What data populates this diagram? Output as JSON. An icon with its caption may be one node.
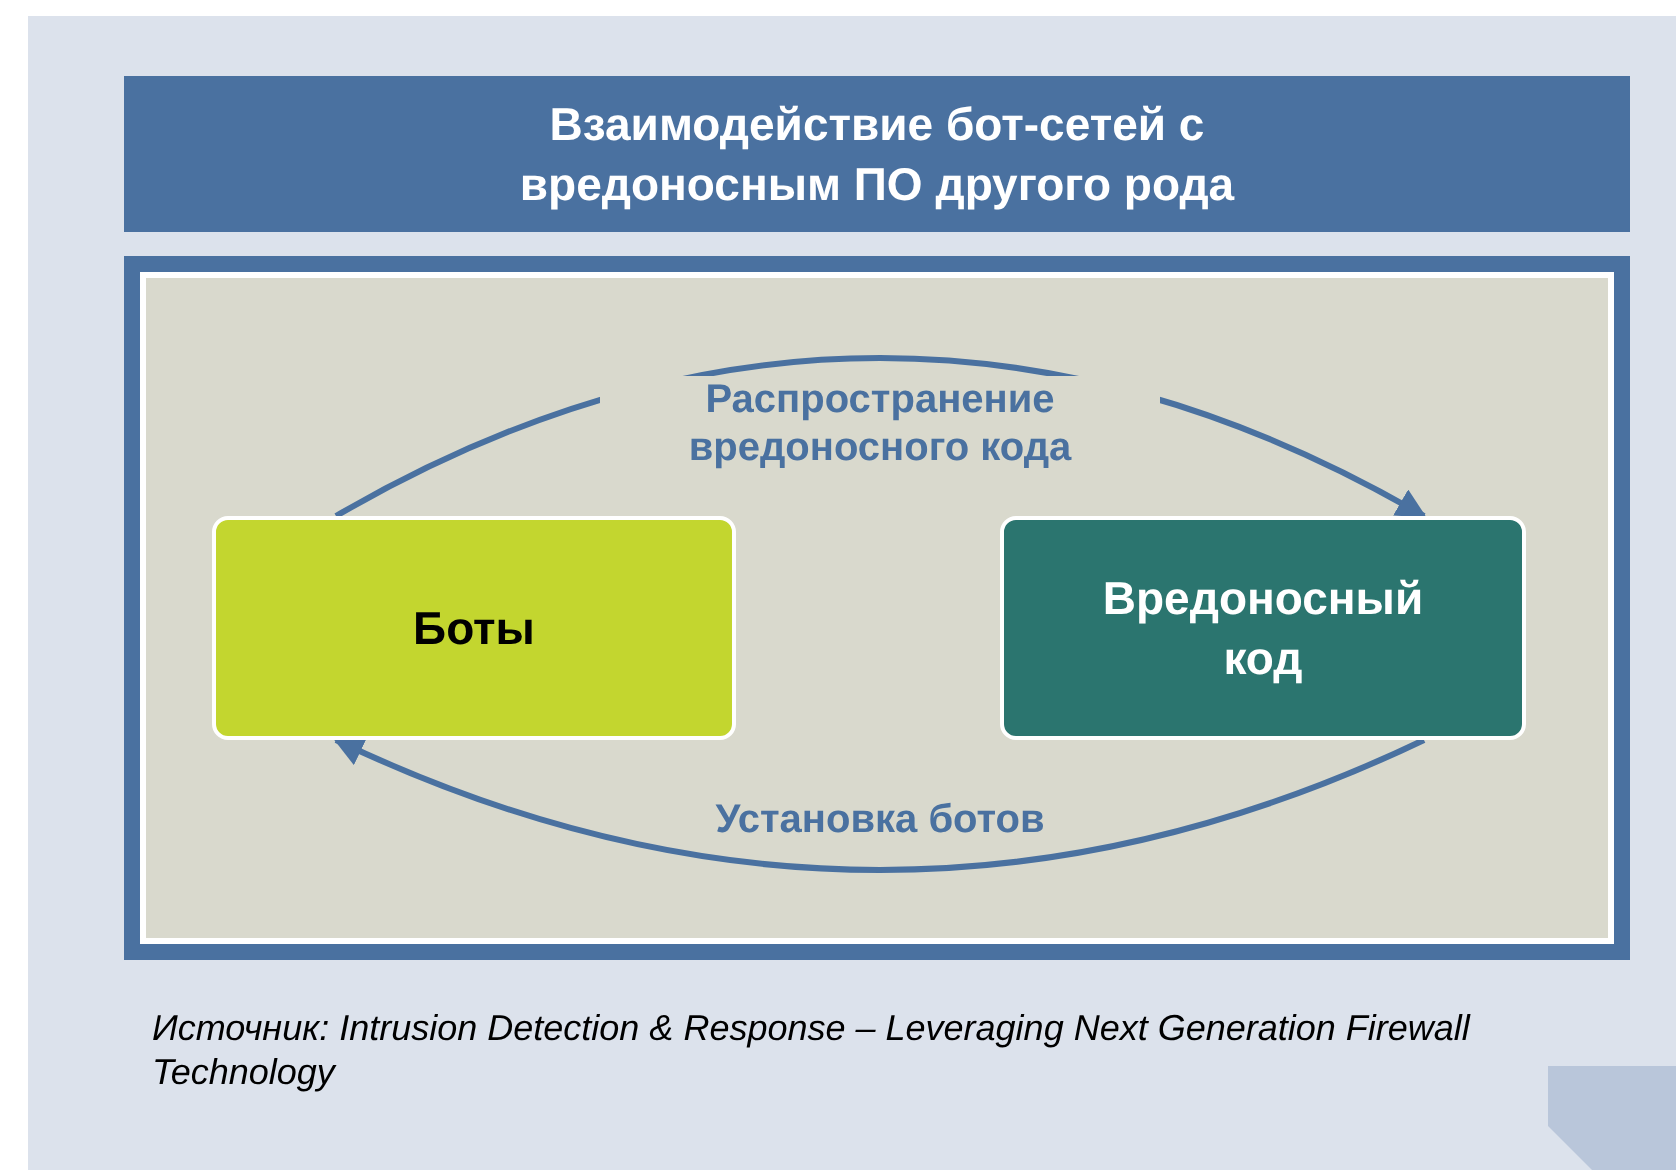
{
  "diagram": {
    "title": "Взаимодействие бот-сетей с вредоносным ПО другого рода",
    "nodes": [
      {
        "text": [
          "Боты"
        ]
      },
      {
        "text": [
          "Вредоносный код"
        ]
      }
    ],
    "edges": [
      {
        "from": 0,
        "to": 1,
        "arrow": "to",
        "label": "Распространение вредоносного кода"
      },
      {
        "from": 1,
        "to": 0,
        "arrow": "to",
        "label": "Установка ботов"
      }
    ],
    "caption": "Источник: Intrusion Detection & Response – Leveraging Next Generation Firewall Technology"
  }
}
